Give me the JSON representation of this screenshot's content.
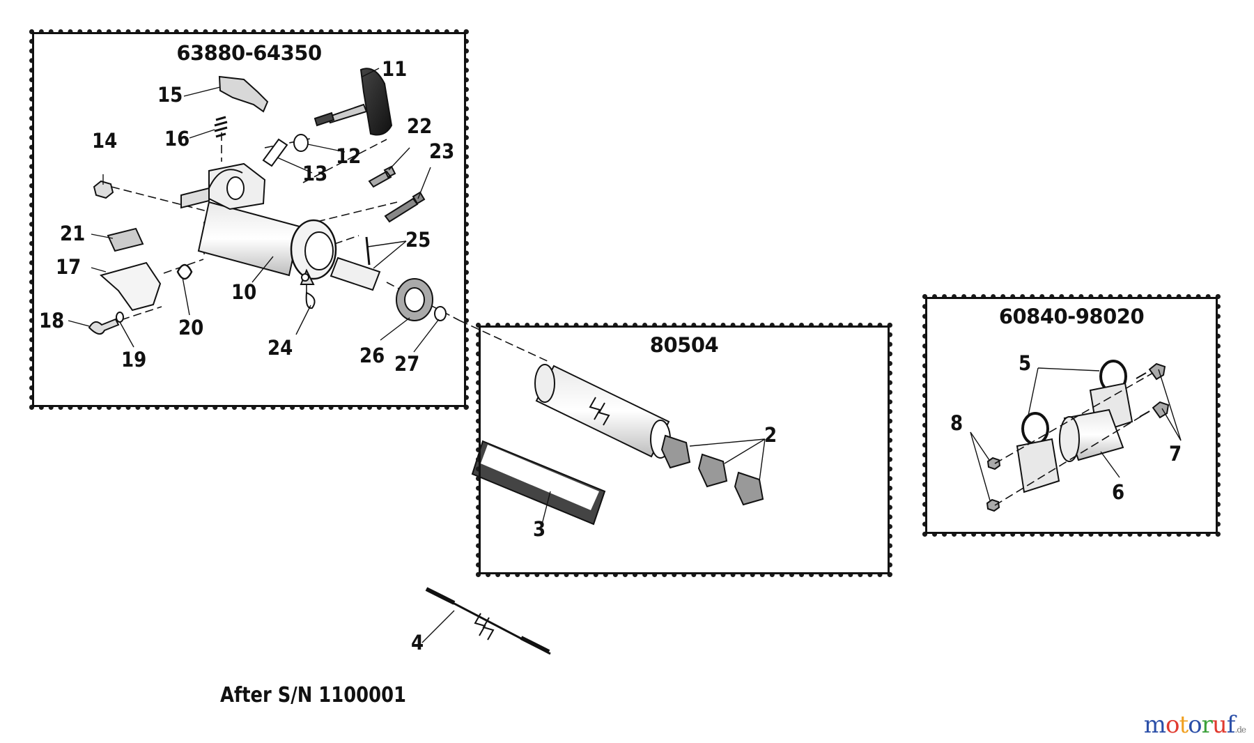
{
  "panels": {
    "main": {
      "title": "63880-64350"
    },
    "tube": {
      "title": "80504"
    },
    "bracket": {
      "title": "60840-98020"
    }
  },
  "callouts": {
    "p2": "2",
    "p3": "3",
    "p4": "4",
    "p5": "5",
    "p6": "6",
    "p7": "7",
    "p8": "8",
    "p10": "10",
    "p11": "11",
    "p12": "12",
    "p13": "13",
    "p14": "14",
    "p15": "15",
    "p16": "16",
    "p17": "17",
    "p18": "18",
    "p19": "19",
    "p20": "20",
    "p21": "21",
    "p22": "22",
    "p23": "23",
    "p24": "24",
    "p25": "25",
    "p26": "26",
    "p27": "27"
  },
  "footer_note": "After S/N 1100001",
  "watermark": {
    "text": "motoruf",
    "suffix": ".de",
    "colors": [
      "#2b4fa8",
      "#e03a2f",
      "#f0a020",
      "#2b4fa8",
      "#3aa03a",
      "#e03a2f",
      "#2b4fa8"
    ]
  }
}
